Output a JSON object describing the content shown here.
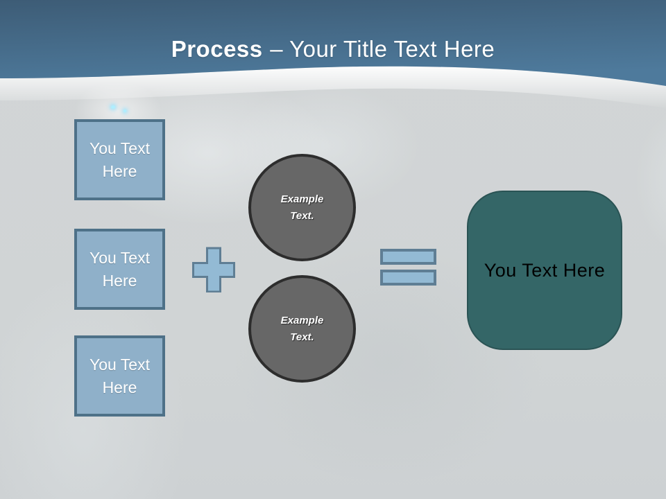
{
  "slide": {
    "header": {
      "title_bold": "Process",
      "title_regular": "– Your Title Text Here"
    },
    "process": {
      "inputs": [
        {
          "label": "You Text Here"
        },
        {
          "label": "You Text Here"
        },
        {
          "label": "You Text Here"
        }
      ],
      "plus_icon": "plus",
      "examples": [
        {
          "label": "Example Text."
        },
        {
          "label": "Example Text."
        }
      ],
      "equals_icon": "equals",
      "result": {
        "label": "You Text Here"
      }
    },
    "colors": {
      "header_blue_top": "#3d5c76",
      "header_blue_bottom": "#4e7a9c",
      "title_color": "#ffffff",
      "body_bg": "#d2d5d6",
      "input_fill": "#8fb0c9",
      "input_border": "#4e7188",
      "operator_fill": "#93bad4",
      "operator_border": "#5f7e94",
      "circle_fill": "#676767",
      "circle_border": "#2d2d2d",
      "result_fill": "#346667",
      "result_border": "#2a5354",
      "result_text": "#000000"
    }
  }
}
